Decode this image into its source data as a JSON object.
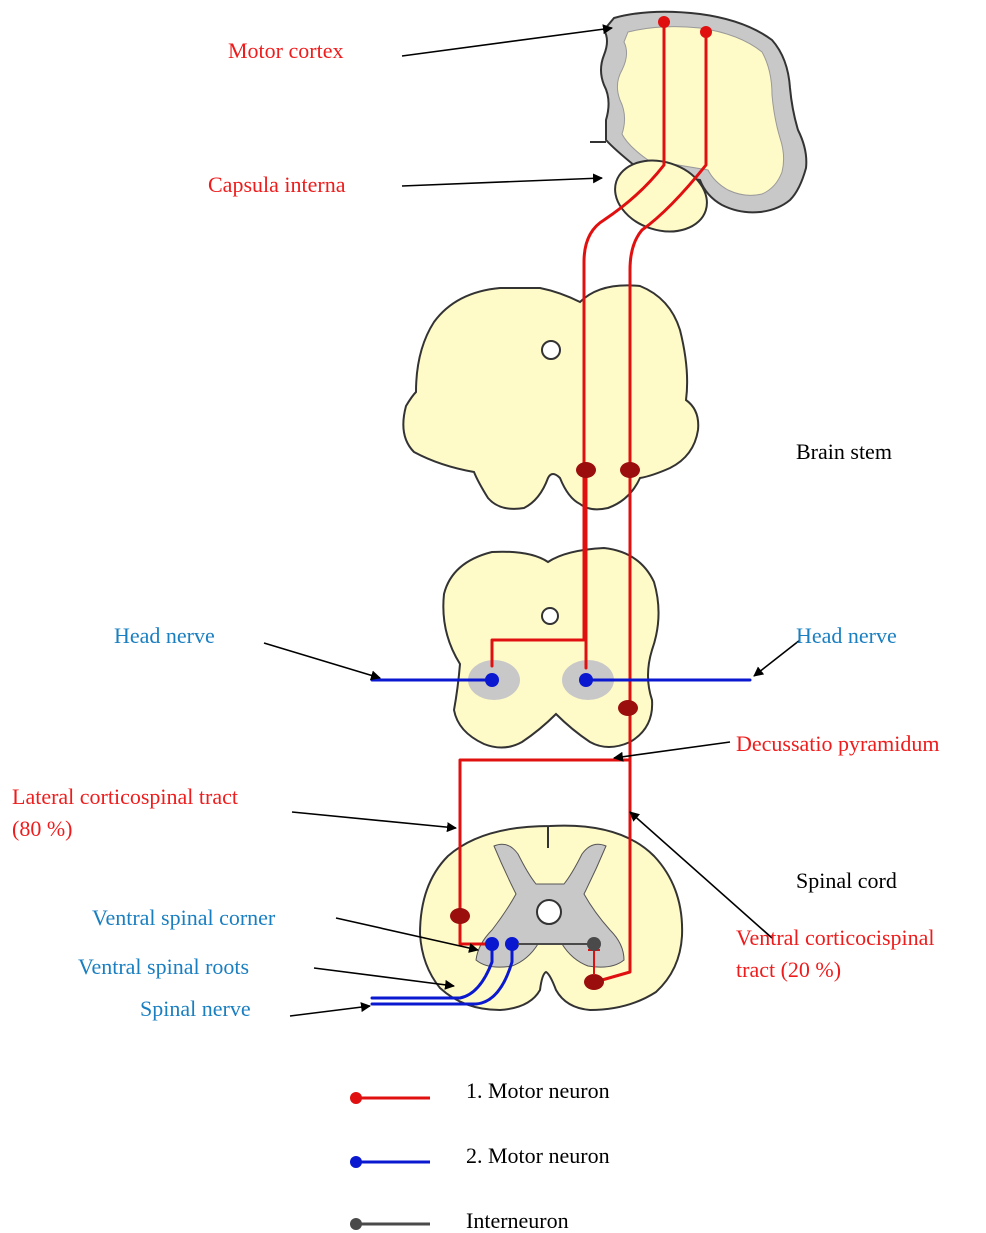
{
  "colors": {
    "upper_motor_neuron": "#e01010",
    "lower_motor_neuron": "#0a18d0",
    "interneuron": "#4a4a4a",
    "red_label": "#ee1c1c",
    "blue_label": "#1a7fc1",
    "black_label": "#000000",
    "white_matter": "#fffbc8",
    "gray_matter": "#c8c8c8",
    "cell_body": "#9a0e0e"
  },
  "labels": {
    "motor_cortex": "Motor cortex",
    "capsula_interna": "Capsula interna",
    "brain_stem": "Brain stem",
    "head_nerve_left": "Head nerve",
    "head_nerve_right": "Head nerve",
    "decussatio": "Decussatio pyramidum",
    "lateral_tract_line1": "Lateral corticospinal tract",
    "lateral_tract_line2": "(80 %)",
    "spinal_cord": "Spinal cord",
    "ventral_corner": "Ventral spinal corner",
    "ventral_roots": "Ventral spinal roots",
    "spinal_nerve": "Spinal nerve",
    "ventral_tract_line1": "Ventral corticocispinal",
    "ventral_tract_line2": "tract (20 %)"
  },
  "legend": [
    {
      "label": "1. Motor neuron",
      "color_key": "upper_motor_neuron",
      "icon": "red-dot-line"
    },
    {
      "label": "2. Motor neuron",
      "color_key": "lower_motor_neuron",
      "icon": "blue-dot-line"
    },
    {
      "label": "Interneuron",
      "color_key": "interneuron",
      "icon": "gray-dot-line"
    }
  ]
}
